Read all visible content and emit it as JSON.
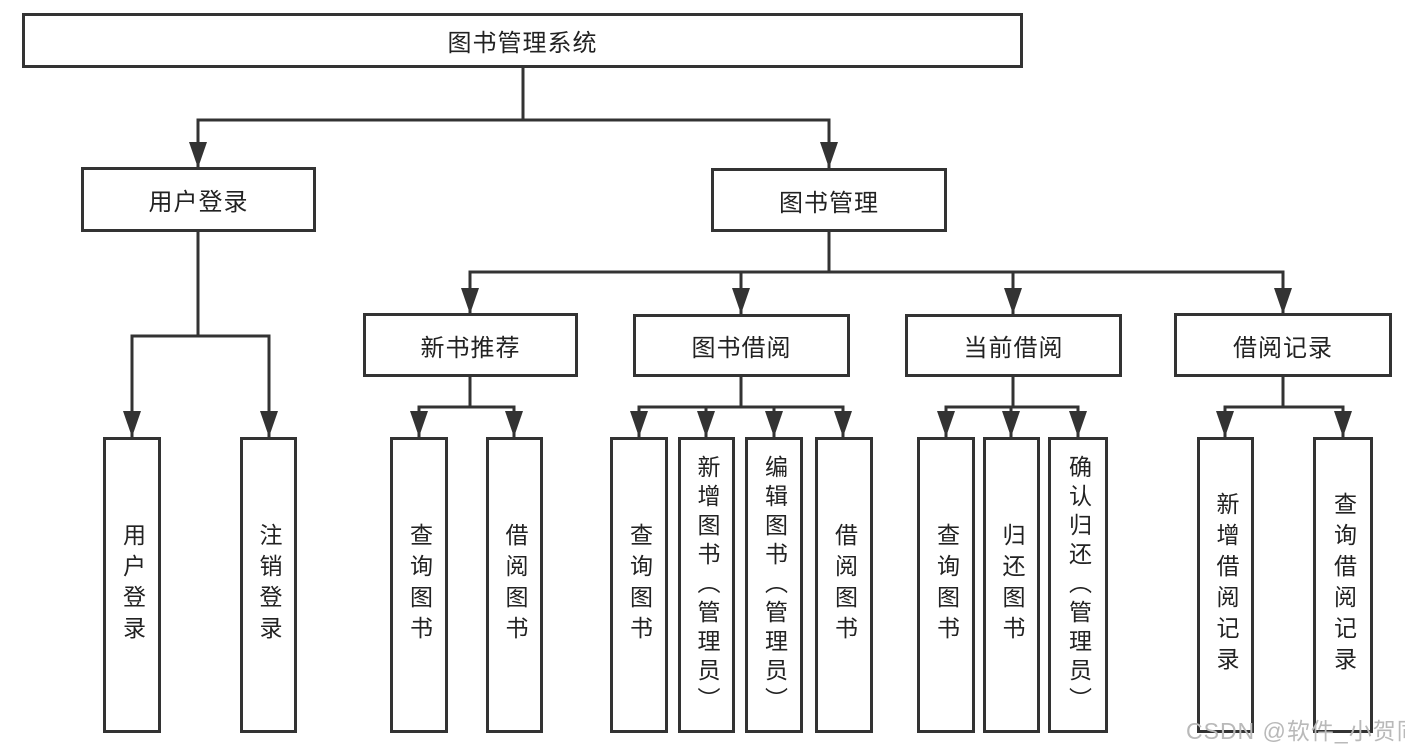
{
  "diagram_title": "图书管理系统",
  "nodes": {
    "root": {
      "label": "图书管理系统"
    },
    "user_login": {
      "label": "用户登录"
    },
    "book_management": {
      "label": "图书管理"
    },
    "new_book_recommend": {
      "label": "新书推荐"
    },
    "book_borrow": {
      "label": "图书借阅"
    },
    "current_borrow": {
      "label": "当前借阅"
    },
    "borrow_records": {
      "label": "借阅记录"
    },
    "leaf_user_login": {
      "label": "用户登录"
    },
    "leaf_logout": {
      "label": "注销登录"
    },
    "leaf_query_book_1": {
      "label": "查询图书"
    },
    "leaf_borrow_book_1": {
      "label": "借阅图书"
    },
    "leaf_query_book_2": {
      "label": "查询图书"
    },
    "leaf_add_book": {
      "label": "新增图书（管理员）"
    },
    "leaf_edit_book": {
      "label": "编辑图书（管理员）"
    },
    "leaf_borrow_book_2": {
      "label": "借阅图书"
    },
    "leaf_query_book_3": {
      "label": "查询图书"
    },
    "leaf_return_book": {
      "label": "归还图书"
    },
    "leaf_confirm_return": {
      "label": "确认归还（管理员）"
    },
    "leaf_add_borrow_record": {
      "label": "新增借阅记录"
    },
    "leaf_query_borrow_record": {
      "label": "查询借阅记录"
    }
  },
  "hierarchy": {
    "root": "图书管理系统",
    "children": [
      {
        "label": "用户登录",
        "children": [
          "用户登录",
          "注销登录"
        ]
      },
      {
        "label": "图书管理",
        "children": [
          {
            "label": "新书推荐",
            "children": [
              "查询图书",
              "借阅图书"
            ]
          },
          {
            "label": "图书借阅",
            "children": [
              "查询图书",
              "新增图书（管理员）",
              "编辑图书（管理员）",
              "借阅图书"
            ]
          },
          {
            "label": "当前借阅",
            "children": [
              "查询图书",
              "归还图书",
              "确认归还（管理员）"
            ]
          },
          {
            "label": "借阅记录",
            "children": [
              "新增借阅记录",
              "查询借阅记录"
            ]
          }
        ]
      }
    ]
  },
  "watermark": {
    "text": "CSDN @软件_小贺同学"
  },
  "colors": {
    "background": "#ffffff",
    "box_border": "#333333",
    "line": "#333333",
    "text": "#222222",
    "watermark": "#b9b9b9"
  }
}
